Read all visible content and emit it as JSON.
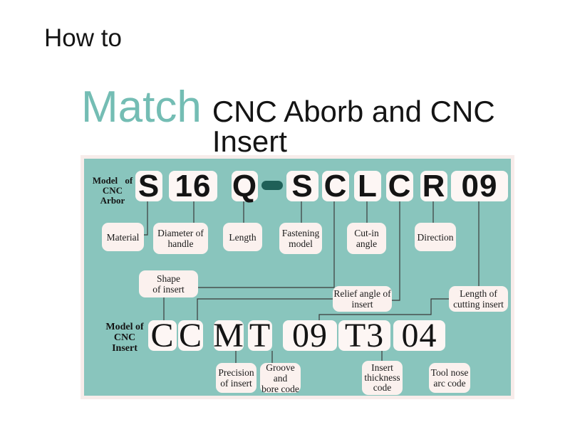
{
  "title": {
    "line1": "How to",
    "line2_highlight": "Match",
    "line2_rest": "CNC Aborb and CNC Insert"
  },
  "colors": {
    "accent_teal": "#74bdb4",
    "panel_bg": "#89c5bd",
    "dash_separator": "#1f6058",
    "code_box_bg": "#fdf6f4",
    "label_box_bg": "#fbf1ee",
    "connector_line": "#3a3a3a"
  },
  "arbor": {
    "row_label": [
      "Model of",
      "CNC Arbor"
    ],
    "codes": [
      "S",
      "16",
      "Q",
      "S",
      "C",
      "L",
      "C",
      "R",
      "09"
    ],
    "separator": "-",
    "labels": {
      "material": [
        "Material"
      ],
      "diameter": [
        "Diameter of",
        "handle"
      ],
      "length": [
        "Length"
      ],
      "fastening": [
        "Fastening",
        "model"
      ],
      "cutin": [
        "Cut-in",
        "angle"
      ],
      "direction": [
        "Direction"
      ]
    }
  },
  "mid_labels": {
    "shape": [
      "Shape",
      "of insert"
    ],
    "relief": [
      "Relief angle of",
      "insert"
    ],
    "cutting_length": [
      "Length of",
      "cutting insert"
    ]
  },
  "insert": {
    "row_label": [
      "Model of",
      "CNC Insert"
    ],
    "codes": [
      "C",
      "C",
      "M",
      "T",
      "09",
      "T3",
      "04"
    ],
    "labels": {
      "precision": [
        "Precision",
        "of insert"
      ],
      "groove": [
        "Groove and",
        "bore code"
      ],
      "thickness": [
        "Insert",
        "thickness",
        "code"
      ],
      "toolnose": [
        "Tool nose",
        "arc code"
      ]
    }
  }
}
